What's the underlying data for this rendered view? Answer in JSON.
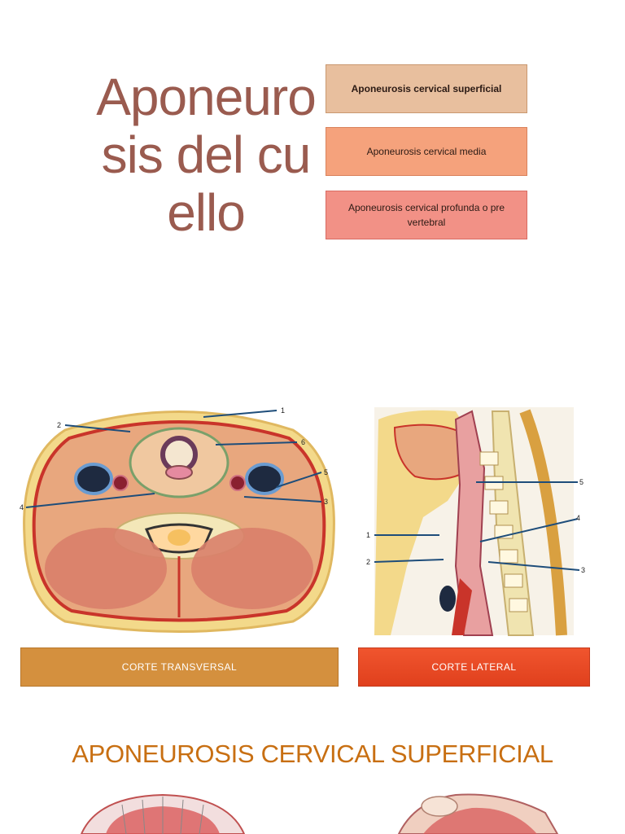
{
  "title": "Aponeurosis del cuello",
  "fascia_boxes": [
    {
      "label": "Aponeurosis cervical superficial"
    },
    {
      "label": "Aponeurosis cervical media"
    },
    {
      "label": "Aponeurosis cervical profunda o pre vertebral"
    }
  ],
  "transverse_labels": [
    "1",
    "2",
    "6",
    "5",
    "4",
    "3"
  ],
  "lateral_labels": [
    "5",
    "4",
    "1",
    "2",
    "3"
  ],
  "captions": {
    "transverse": "CORTE TRANSVERSAL",
    "lateral": "CORTE LATERAL"
  },
  "section_title": "APONEUROSIS CERVICAL SUPERFICIAL",
  "colors": {
    "title": "#9a5b4f",
    "section_title": "#c86f12",
    "caption_transverse": "#d4903e",
    "caption_lateral": "#e84a25"
  }
}
